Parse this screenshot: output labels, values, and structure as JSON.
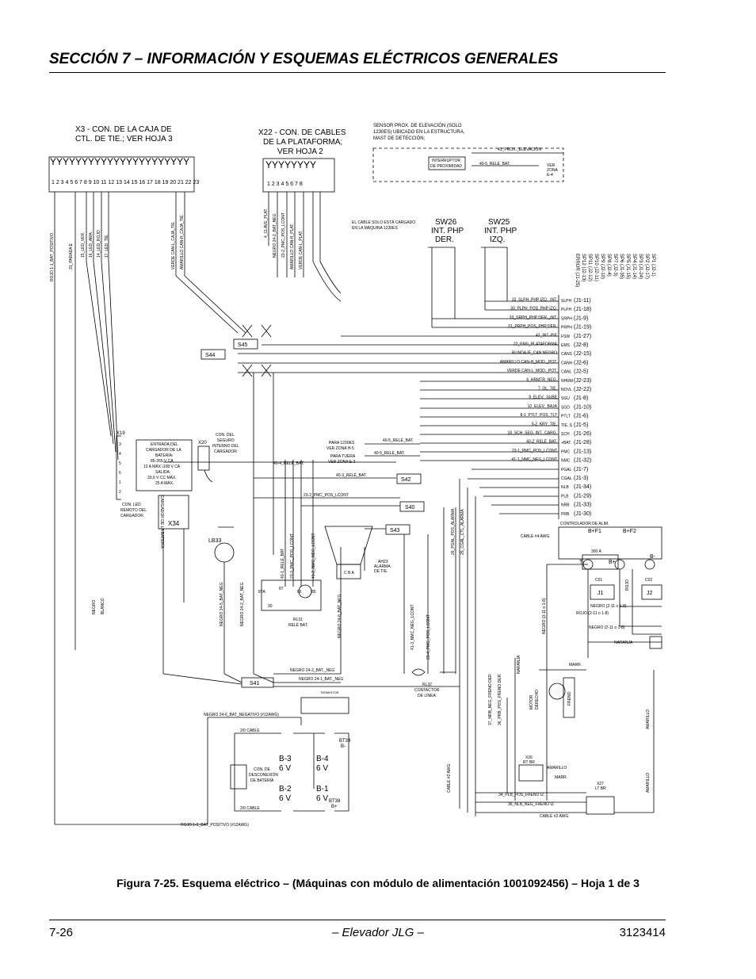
{
  "header": {
    "title": "SECCIÓN 7 – INFORMACIÓN Y ESQUEMAS ELÉCTRICOS GENERALES"
  },
  "schematic": {
    "x3_label": [
      "X3 - CON. DE LA CAJA DE",
      "CTL. DE TIE.; VER HOJA 3"
    ],
    "x22_label": [
      "X22 - CON. DE CABLES",
      "DE LA PLATAFORMA;",
      "VER HOJA 2"
    ],
    "sensor_label": [
      "SENSOR PROX. DE ELEVACIÓN (SOLO",
      "1230ES) UBICADO EN LA ESTRUCTURA,",
      "MAST DE DETECCIÓN;"
    ],
    "prox_switch": [
      "INTERRUPTOR",
      "DE PROXIMIDAD"
    ],
    "prox_wire_1": "43_PROX._ELEVACIÓN",
    "prox_wire_2": "40-5_RELÉ_BAT.",
    "ver_zona": [
      "VER",
      "ZONA",
      "E-4"
    ],
    "cable_note": [
      "EL CABLE SOLO ESTÁ CARGADO",
      "EN LA MÁQUINA 1230ES"
    ],
    "sw26": [
      "SW26",
      "INT. PHP",
      "DER."
    ],
    "sw25": [
      "SW25",
      "INT. PHP",
      "IZQ."
    ],
    "x3_pins": "1 2 3 4 5 6 7 8 9 10 11 12 13 14 15 16 17 18 19 20 21 22 23",
    "x22_pins": "1 2 3 4 5 6 7 8",
    "x3_wires": [
      "ROJO 1-1_BAT_POSITIVO",
      "31_PARADA E",
      "15_LED_VER.",
      "16_LED_AMA.",
      "14_LED_ROJO",
      "17_LED_TIE.",
      "VERDE CAN-L_CAJA_TIE.",
      "AMARILLO CAN-H_CAJA_TIE."
    ],
    "x22_wires": [
      "4_CLAVE_PLAT.",
      "NEGRO 24-2_BAT_NEG",
      "23-2_PMC_POS_LCONT",
      "AMARILLO CAN-H_PLAT.",
      "VERDE CAN-L_PLAT."
    ],
    "sp_labels": [
      "SP1  (J2-1)",
      "SP2  (J2-17)",
      "SP3  (J1-24)",
      "SP4  (J1-14)",
      "SP5  (J1-15)",
      "SP6  (J1-35)",
      "SP7  (J2-3)",
      "SP8  (J2-4)",
      "SP9  (J2-10)",
      "SP10 (J2-11)",
      "SP11 (J2-12)",
      "SP12 (J2-13)",
      "ERROR (J1-25)"
    ],
    "ctrl_pins": [
      {
        "name": "SLPH",
        "pin": "(J1-11)",
        "wire": "32_SLPH_PHP IZQ._INT."
      },
      {
        "name": "PLPH",
        "pin": "(J1-18)",
        "wire": "30_PLPH_POS_PHP IZQ."
      },
      {
        "name": "SRPH",
        "pin": "(J1-9)",
        "wire": "33_SRPH_PHP DER._INT."
      },
      {
        "name": "PRPH",
        "pin": "(J1-19)",
        "wire": "31_PRPH_POS_PHP DER."
      },
      {
        "name": "FSW",
        "pin": "(J1-27)",
        "wire": "42_INT.-PIE"
      },
      {
        "name": "EMS",
        "pin": "(J2-8)",
        "wire": "22_EMS_PLATAFORMA"
      },
      {
        "name": "CANS",
        "pin": "(J2-15)",
        "wire": "BLINDAJE_CAN NEGRO"
      },
      {
        "name": "CANH",
        "pin": "(J2-6)",
        "wire": "AMARILLO CAN-H_MOD._POT."
      },
      {
        "name": "CANL",
        "pin": "(J2-5)",
        "wire": "VERDE CAN-L_MOD._POT."
      },
      {
        "name": "NHRM",
        "pin": "(J2-23)",
        "wire": "6_HRMTR_NEG."
      },
      {
        "name": "NOVL",
        "pin": "(J2-22)",
        "wire": "7_OL_TIE."
      },
      {
        "name": "SGU",
        "pin": "(J1-8)",
        "wire": "9_ELEV._SUBE"
      },
      {
        "name": "SGD",
        "pin": "(J1-10)",
        "wire": "10_ELEV._BAJA"
      },
      {
        "name": "PTLT",
        "pin": "(J1-6)",
        "wire": "8-1_PTLT_POS_TLT"
      },
      {
        "name": "TIE. S",
        "pin": "(J1-5)",
        "wire": "5-2_KRY_TIE."
      },
      {
        "name": "SCH",
        "pin": "(J1-26)",
        "wire": "18_SCH_SEG. INT._CARG."
      },
      {
        "name": "+BAT.",
        "pin": "(J1-28)",
        "wire": "40-2_RELÉ_BAT."
      },
      {
        "name": "PMC",
        "pin": "(J1-13)",
        "wire": "23-1_PMC_POS_LCONT"
      },
      {
        "name": "NMC",
        "pin": "(J1-32)",
        "wire": "41-1_NMC_NEG_LCONT"
      },
      {
        "name": "PGAL",
        "pin": "(J1-7)",
        "wire": ""
      },
      {
        "name": "CGAL",
        "pin": "(J1-3)",
        "wire": ""
      },
      {
        "name": "NLB",
        "pin": "(J1-34)",
        "wire": ""
      },
      {
        "name": "PLB",
        "pin": "(J1-29)",
        "wire": ""
      },
      {
        "name": "NRB",
        "pin": "(J1-33)",
        "wire": ""
      },
      {
        "name": "PRB",
        "pin": "(J1-30)",
        "wire": ""
      }
    ],
    "controller_label": "CONTROLADOR DE ALIM.",
    "connectors": {
      "s45": "S45",
      "s44": "S44",
      "s42": "S42",
      "s40": "S40",
      "s43": "S43",
      "s41": "S41",
      "x19": "X19",
      "x20": "X20",
      "x34": "X34"
    },
    "x19_pins": [
      "3",
      "4",
      "5",
      "6",
      "1",
      "2"
    ],
    "charger": [
      "ENTRADA DEL",
      "CARGADOR DE LA",
      "BATERÍA:",
      "85-265 V CA",
      "12 A MÁX.\\108 V CA",
      "SALIDA:",
      "33,6 V CC MÁX.",
      "25 A MÁX."
    ],
    "charger_interlock": [
      "CON. DEL",
      "SEGURO",
      "INTERNO DEL",
      "CARGADOR"
    ],
    "led_remote": [
      "CON. LED",
      "REMOTO DEL",
      "CARGADOR"
    ],
    "charger_side": "CARGADOR DE LA BATERÍA",
    "lb33": "LB33",
    "para_1230es": [
      "PARA 1230ES",
      "VER ZONA H-5"
    ],
    "para_tuera": [
      "PARA TUERA",
      "VER ZONA E-3"
    ],
    "misc_wires": {
      "r405": "40-5_RELÉ_BAT.",
      "r405b": "40-5_RELÉ_BAT.",
      "r404": "40-4_RELÉ_BAT.",
      "r403": "40-3_RELÉ_BAT.",
      "pmc232": "23-2_PMC_POS_LCONT",
      "neg243": "NEGRO 24-3_BAT._NEG",
      "neg241": "NEGRO 24-1_BAT._NEG",
      "neg246": "NEGRO 24-6_BAT_NEGATIVO  (#12AWG)",
      "rojo12": "ROJO 1-2_BAT_POSITIVO  (#12AWG)",
      "cable20a": "2/0 CABLE",
      "cable20b": "2/0 CABLE",
      "cable4": "CABLE #4 AWG",
      "cable2": "CABLE #2 AWG",
      "cable2v": "CABLE #2 AWG",
      "negro": "NEGRO",
      "blanco": "BLANCO",
      "neg245": "NEGRO 24-5_BAT_NEG",
      "neg242": "NEGRO 24-2_BAT_NEG",
      "neg248": "NEGRO 24-8_BAT_NEG",
      "r401v": "40-1_RELÉ_BAT",
      "pmc233v": "23-3_PMC_POS_LCONT",
      "nmc412v": "41-2_NMC_NEG_LCONT",
      "nmc413v": "41-3_NMC_NEG_LCONT",
      "pmc234v": "23-4_PMC_POS_LCONT",
      "pgal26": "26_PGAL_POS_ALARMA",
      "cgal25": "25_CGAL_CTL_ALARMA",
      "nrb37": "37_NRB_NEG_FRENO DER.",
      "prb36": "36_PRB_POS_FRENO DER.",
      "plb34": "34_PLB_POS_FRENO IZ.",
      "nlb36": "36_NLB_NEG_FRENO IZ.",
      "naranja_v": "NARANJA",
      "naranja_h": "NARANJA",
      "marr1": "MARR.",
      "marr2": "MARR.",
      "amarillo1": "AMARILLO",
      "amarillo_v1": "AMARILLO",
      "amarillo_v2": "AMARILLO",
      "negro2118": "NEGRO (2-11 o 1-8)",
      "rojo2118": "ROJO (2-11 o 1-8)",
      "negro3118v": "NEGRO (3-11 o 1-8)",
      "negro2118b": "NEGRO (2-11 o 1-8)",
      "rojo_v": "ROJO",
      "termistor": "TERMISTOR"
    },
    "relay": [
      "RL31",
      "RELÉ BAT."
    ],
    "relay_pins": [
      "87A",
      "87",
      "86",
      "85",
      "30"
    ],
    "alarm": [
      "AH23",
      "ALARMA",
      "DE TIE."
    ],
    "alarm_pins": "C  B  A",
    "contactor": [
      "RL32",
      "CONTACTOR",
      "DE LÍNEA"
    ],
    "battery_disc": [
      "CON. DE",
      "DESCONEXIÓN",
      "DE BATERÍA"
    ],
    "batteries": {
      "b3": "B-3",
      "b3v": "6 V",
      "b4": "B-4",
      "b4v": "6 V",
      "b2": "B-2",
      "b2v": "6 V",
      "b1": "B-1",
      "b1v": "6 V"
    },
    "bt": {
      "bt39": "BT39",
      "bt39n": "B-",
      "bt38": "BT38",
      "bt38p": "B+"
    },
    "motor": [
      "MOTOR",
      "DERECHO"
    ],
    "freno": "FRENO",
    "x26": [
      "X26",
      "RT BR"
    ],
    "x27": [
      "X27",
      "LT BR"
    ],
    "power_terms": {
      "bf1": "B+F1",
      "bf2": "B+F2",
      "bminus": "B-",
      "tminus": "T-",
      "bplus": "B+",
      "fuse": "300 A",
      "c01": "C01",
      "c02": "C02",
      "j1": "J1",
      "j2": "J2"
    }
  },
  "caption": "Figura 7-25.  Esquema eléctrico – (Máquinas con módulo de alimentación 1001092456) – Hoja 1 de 3",
  "footer": {
    "page": "7-26",
    "center": "– Elevador JLG –",
    "doc": "3123414"
  }
}
